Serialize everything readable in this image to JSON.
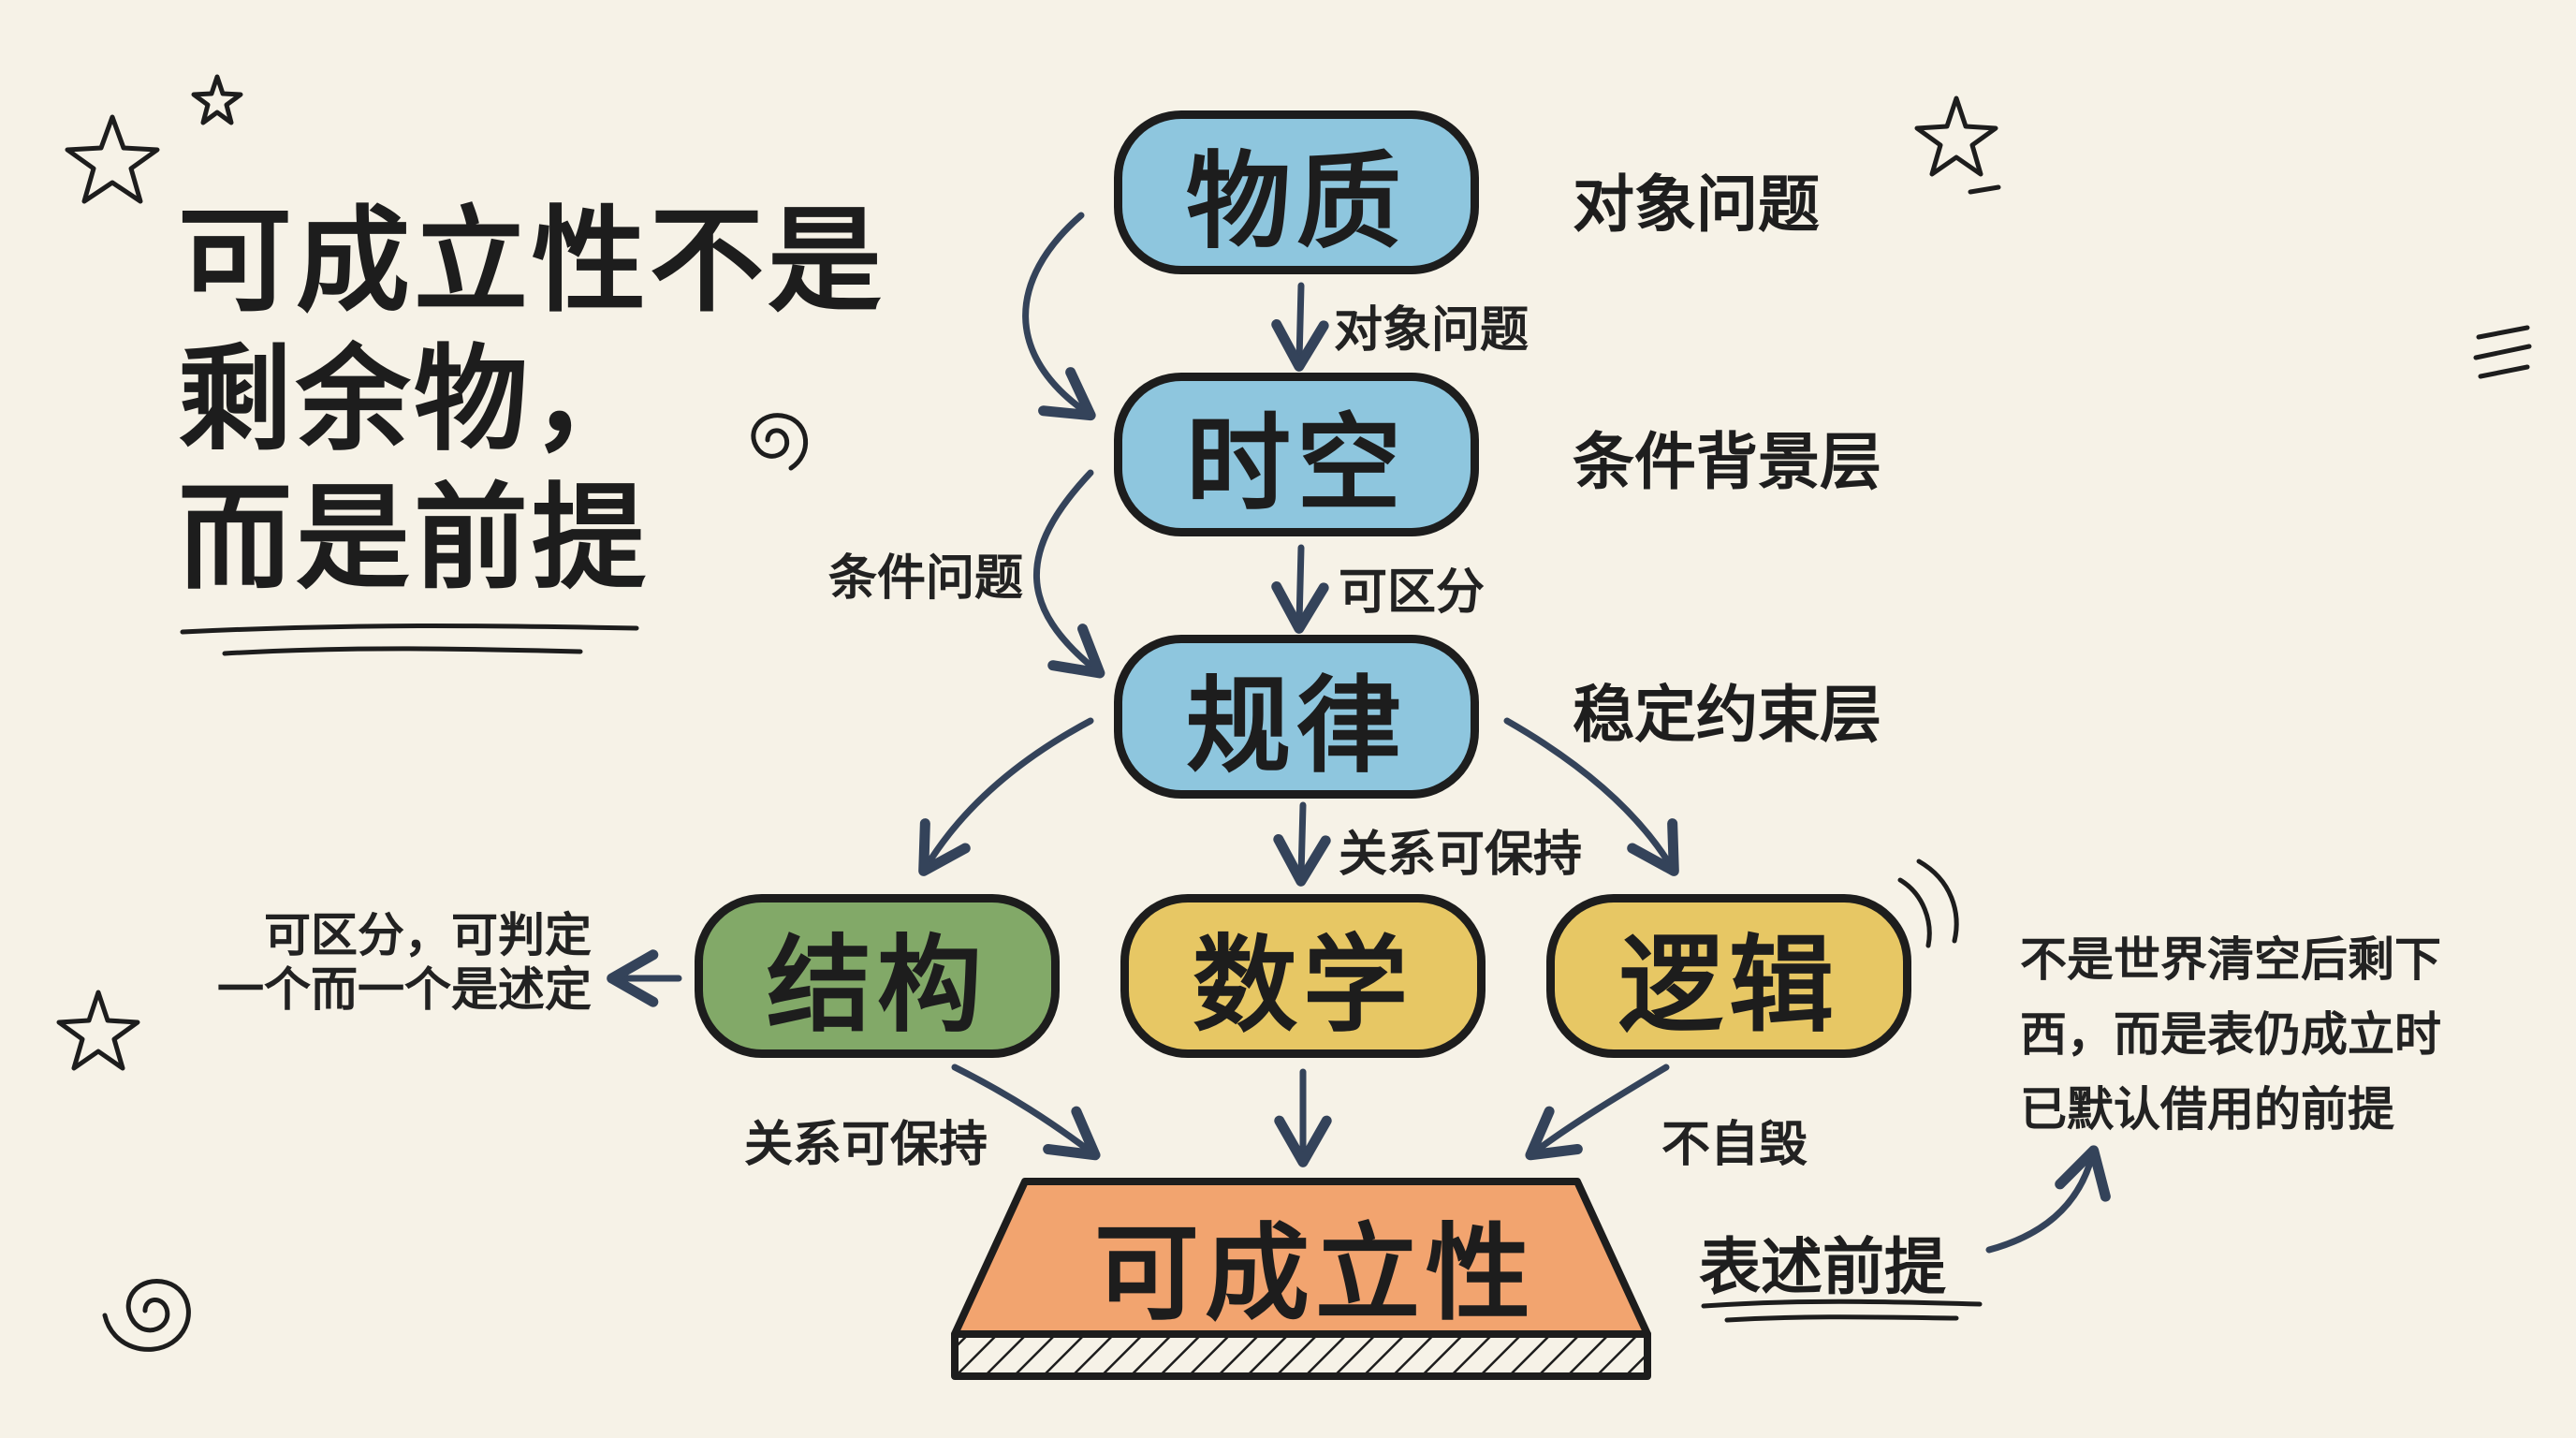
{
  "title": {
    "lines": [
      "可成立性不是",
      "剩余物，",
      "而是前提"
    ]
  },
  "nodes": {
    "matter": {
      "label": "物质",
      "side_note": "对象问题",
      "color": "#8ec6de"
    },
    "spacetime": {
      "label": "时空",
      "side_note": "条件背景层",
      "color": "#8ec6de"
    },
    "law": {
      "label": "规律",
      "side_note": "稳定约束层",
      "color": "#8ec6de"
    },
    "structure": {
      "label": "结构",
      "color": "#82a968"
    },
    "math": {
      "label": "数学",
      "color": "#e7c764"
    },
    "logic": {
      "label": "逻辑",
      "color": "#e7c764"
    },
    "validity": {
      "label": "可成立性",
      "color": "#f2a46f"
    }
  },
  "edge_labels": {
    "matter_to_spacetime": "对象问题",
    "spacetime_to_law": "可区分",
    "condition_issue": "条件问题",
    "law_to_math": "关系可保持",
    "structure_to_validity": "关系可保持",
    "logic_to_validity": "不自毁"
  },
  "annotations": {
    "structure_note": [
      "可区分，可判定",
      "一个而一个是述定"
    ],
    "right_note": [
      "不是世界清空后剩下",
      "西，而是表仍成立时",
      "已默认借用的前提"
    ],
    "premise": "表述前提"
  },
  "decorations": [
    "star-icon",
    "star-icon",
    "star-icon",
    "star-icon",
    "spiral-icon",
    "spiral-icon",
    "speed-lines-icon",
    "sound-wave-icon"
  ]
}
